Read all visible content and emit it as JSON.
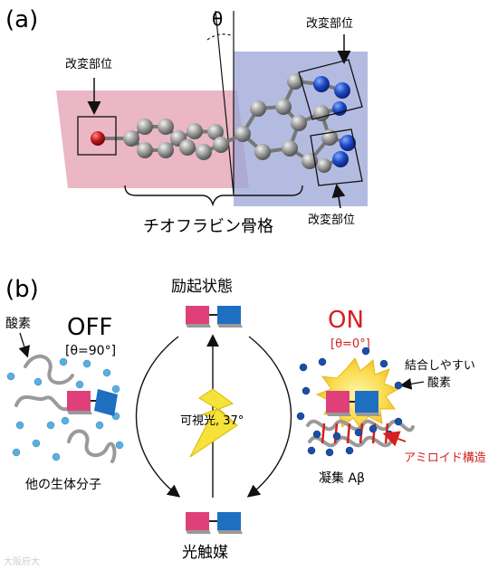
{
  "panel_a": {
    "label": "(a)",
    "theta": "θ",
    "mod_left": "改変部位",
    "mod_top_right": "改変部位",
    "mod_bottom_right": "改変部位",
    "skeleton": "チオフラビン骨格"
  },
  "panel_b": {
    "label": "(b)",
    "excited": "励起状態",
    "photocatalyst": "光触媒",
    "light": "可視光, 37°",
    "off_title": "OFF",
    "off_angle": "[θ=90°]",
    "oxygen": "酸素",
    "other_molecules": "他の生体分子",
    "on_title": "ON",
    "on_angle": "[θ=0°]",
    "bound_oxygen_line1": "結合しやすい",
    "bound_oxygen_line2": "酸素",
    "amyloid": "アミロイド構造",
    "aggregate": "凝集 Aβ"
  },
  "colors": {
    "pink": "#e0407a",
    "blue": "#1f6fc0",
    "red": "#d62020",
    "pink_plane": "#e8aabb",
    "blue_plane": "#9aa6d6",
    "oxygen_light": "#5aaee0",
    "oxygen_dark": "#1a4fa8",
    "glow": "#f7d23a"
  },
  "watermark": "大阪府大"
}
